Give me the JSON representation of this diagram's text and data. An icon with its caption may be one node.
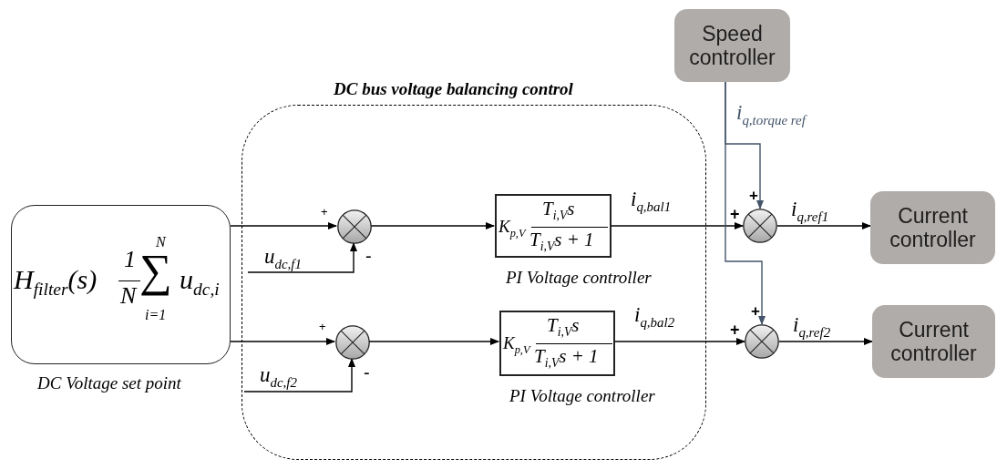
{
  "diagram": {
    "nodes": [
      {
        "text": [
          "DC bus voltage  balancing control"
        ]
      },
      {
        "text": [
          "H$_{filter}$(s)",
          "1",
          "N",
          "N",
          "∑",
          "i=1",
          "u$_{dc,i}$"
        ],
        "beside": [
          "DC Voltage set point"
        ]
      },
      {
        "text": [],
        "shape": "circle",
        "in": 0
      },
      {
        "text": [
          "K$_{p,V}$",
          "T$_{i,V}$s",
          "T$_{i,V}$s + 1"
        ],
        "beside": [
          "PI Voltage controller"
        ],
        "in": 0
      },
      {
        "text": [],
        "shape": "circle",
        "in": 0
      },
      {
        "text": [
          "K$_{p,V}$",
          "T$_{i,V}$s",
          "T$_{i,V}$s + 1"
        ],
        "beside": [
          "PI Voltage controller"
        ],
        "in": 0
      },
      {
        "text": [
          "Speed controller"
        ]
      },
      {
        "text": [],
        "shape": "circle"
      },
      {
        "text": [
          "Current controller"
        ]
      },
      {
        "text": [],
        "shape": "circle"
      },
      {
        "text": [
          "Current controller"
        ]
      }
    ],
    "edges": [
      {
        "from": 1,
        "to": 2,
        "arrow": "to"
      },
      {
        "from": null,
        "to": 2,
        "arrow": "to",
        "label": "u$_{dc,f1}$"
      },
      {
        "from": 2,
        "to": 3,
        "arrow": "to"
      },
      {
        "from": 3,
        "to": 7,
        "arrow": "to",
        "label": "i$_{q,bal1}$"
      },
      {
        "from": 6,
        "to": 7,
        "arrow": "to",
        "label": "i$_{q,torque ref}$",
        "color": "#44546a"
      },
      {
        "from": 6,
        "to": 9,
        "arrow": "to",
        "color": "#44546a"
      },
      {
        "from": 7,
        "to": 8,
        "arrow": "to",
        "label": "i$_{q,ref1}$"
      },
      {
        "from": 1,
        "to": 4,
        "arrow": "to"
      },
      {
        "from": null,
        "to": 4,
        "arrow": "to",
        "label": "u$_{dc,f2}$"
      },
      {
        "from": 4,
        "to": 5,
        "arrow": "to"
      },
      {
        "from": 5,
        "to": 9,
        "arrow": "to",
        "label": "i$_{q,bal2}$"
      },
      {
        "from": 9,
        "to": 10,
        "arrow": "to",
        "label": "i$_{q,ref2}$"
      }
    ],
    "labels": [
      "+",
      "+",
      "+",
      "-",
      "+",
      "+",
      "+",
      "-"
    ]
  }
}
